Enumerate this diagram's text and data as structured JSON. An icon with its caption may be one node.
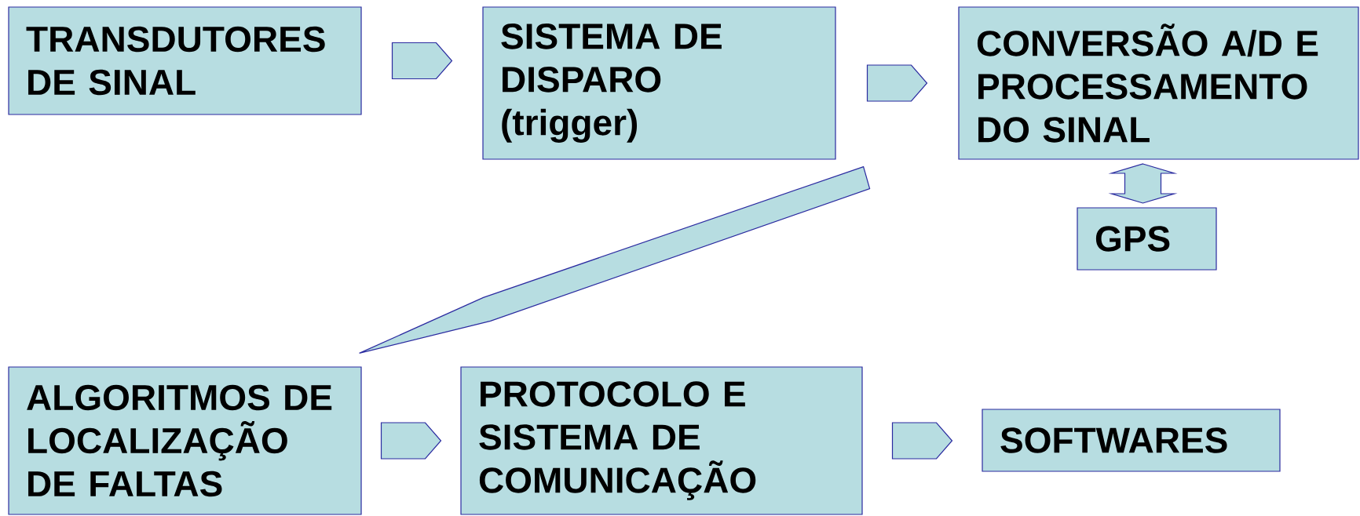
{
  "diagram": {
    "nodes": [
      {
        "text": [
          "TRANSDUTORES DE SINAL"
        ]
      },
      {
        "text": [
          "SISTEMA DE DISPARO (trigger)"
        ]
      },
      {
        "text": [
          "CONVERSÃO A/D E PROCESSAMENTO DO SINAL"
        ]
      },
      {
        "text": [
          "GPS"
        ]
      },
      {
        "text": [
          "ALGORITMOS DE LOCALIZAÇÃO DE FALTAS"
        ]
      },
      {
        "text": [
          "PROTOCOLO E SISTEMA DE COMUNICAÇÃO"
        ]
      },
      {
        "text": [
          "SOFTWARES"
        ]
      }
    ],
    "edges": [
      {
        "from": 0,
        "to": 1,
        "arrow": "to"
      },
      {
        "from": 1,
        "to": 2,
        "arrow": "to"
      },
      {
        "from": 2,
        "to": 3,
        "arrow": "both"
      },
      {
        "from": 1,
        "to": 4,
        "arrow": "none"
      },
      {
        "from": 4,
        "to": 5,
        "arrow": "to"
      },
      {
        "from": 5,
        "to": 6,
        "arrow": "to"
      }
    ]
  }
}
